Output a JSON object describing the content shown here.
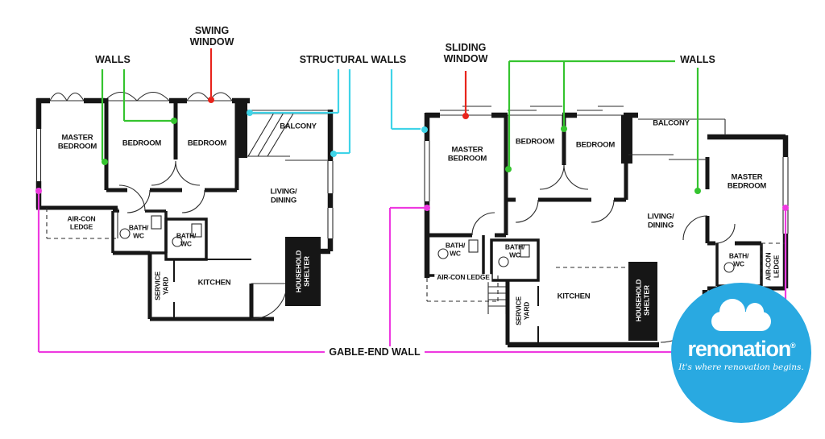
{
  "colors": {
    "wall": "#161616",
    "green": "#35c42f",
    "red": "#e8241c",
    "cyan": "#3fd4e8",
    "magenta": "#ee3ae0",
    "logoblue": "#29a9e1"
  },
  "annotations": {
    "walls_left": "WALLS",
    "swing_window": {
      "line1": "SWING",
      "line2": "WINDOW"
    },
    "structural_walls": "STRUCTURAL WALLS",
    "sliding_window": {
      "line1": "SLIDING",
      "line2": "WINDOW"
    },
    "walls_right": "WALLS",
    "gable_end_wall": "GABLE-END WALL"
  },
  "left_plan": {
    "rooms": {
      "master_bedroom": {
        "line1": "MASTER",
        "line2": "BEDROOM"
      },
      "bedroom_1": "BEDROOM",
      "bedroom_2": "BEDROOM",
      "balcony": "BALCONY",
      "living_dining": {
        "line1": "LIVING/",
        "line2": "DINING"
      },
      "aircon_ledge": {
        "line1": "AIR-CON",
        "line2": "LEDGE"
      },
      "bath_wc_1": {
        "line1": "BATH/",
        "line2": "WC"
      },
      "bath_wc_2": {
        "line1": "BATH/",
        "line2": "WC"
      },
      "service_yard": {
        "line1": "SERVICE",
        "line2": "YARD"
      },
      "kitchen": "KITCHEN",
      "household_shelter": {
        "line1": "HOUSEHOLD",
        "line2": "SHELTER"
      }
    }
  },
  "right_plan": {
    "rooms": {
      "master_bedroom_left": {
        "line1": "MASTER",
        "line2": "BEDROOM"
      },
      "bedroom_1": "BEDROOM",
      "bedroom_2": "BEDROOM",
      "balcony": "BALCONY",
      "master_bedroom_right": {
        "line1": "MASTER",
        "line2": "BEDROOM"
      },
      "living_dining": {
        "line1": "LIVING/",
        "line2": "DINING"
      },
      "bath_wc_1": {
        "line1": "BATH/",
        "line2": "WC"
      },
      "bath_wc_2": {
        "line1": "BATH/",
        "line2": "WC"
      },
      "bath_wc_3": {
        "line1": "BATH/",
        "line2": "WC"
      },
      "aircon_ledge_left": "AIR-CON LEDGE",
      "aircon_ledge_right": {
        "line1": "AIR-CON",
        "line2": "LEDGE"
      },
      "service_yard": {
        "line1": "SERVICE",
        "line2": "YARD"
      },
      "kitchen": "KITCHEN",
      "household_shelter": {
        "line1": "HOUSEHOLD",
        "line2": "SHELTER"
      }
    }
  },
  "logo": {
    "brand": "renonation",
    "registered": "®",
    "tagline": "It's where renovation begins."
  }
}
